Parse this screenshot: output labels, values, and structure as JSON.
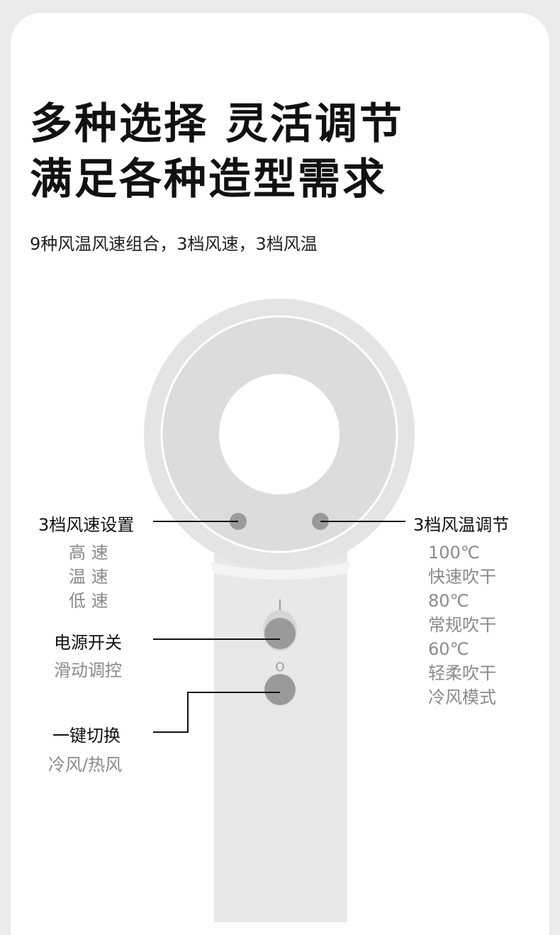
{
  "headline": {
    "line1": "多种选择 灵活调节",
    "line2": "满足各种造型需求"
  },
  "subtitle": "9种风温风速组合，3档风速，3档风温",
  "callouts": {
    "speed": {
      "label": "3档风速设置",
      "options": [
        "高 速",
        "温 速",
        "低 速"
      ]
    },
    "temperature": {
      "label": "3档风温调节",
      "options": [
        "100℃",
        "快速吹干",
        "80℃",
        "常规吹干",
        "60℃",
        "轻柔吹干",
        "冷风模式"
      ]
    },
    "power": {
      "label": "电源开关",
      "detail": "滑动调控"
    },
    "toggle": {
      "label": "一键切换",
      "detail": "冷风/热风"
    }
  },
  "switch_marks": {
    "on": "I",
    "off": "O"
  },
  "colors": {
    "body": "#e6e6e6",
    "button": "#9a9a9a",
    "text_muted": "#8a8a8a"
  }
}
